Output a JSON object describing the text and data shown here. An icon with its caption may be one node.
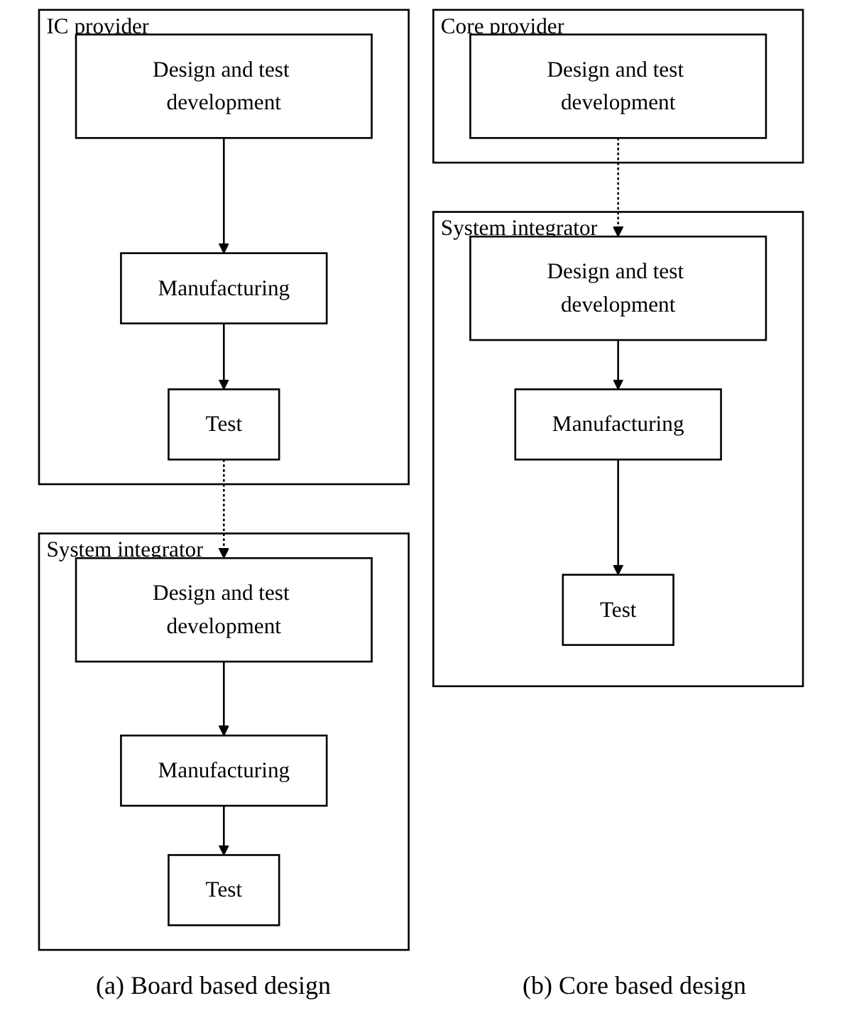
{
  "diagram": {
    "nodes": [
      {
        "text": [
          "IC provider"
        ]
      },
      {
        "text": [
          "Design and test development"
        ],
        "in": 0
      },
      {
        "text": [
          "Manufacturing"
        ],
        "in": 0
      },
      {
        "text": [
          "Test"
        ],
        "in": 0
      },
      {
        "text": [
          "System integrator"
        ]
      },
      {
        "text": [
          "Design and test development"
        ],
        "in": 4
      },
      {
        "text": [
          "Manufacturing"
        ],
        "in": 4
      },
      {
        "text": [
          "Test"
        ],
        "in": 4
      },
      {
        "text": [
          "Core provider"
        ]
      },
      {
        "text": [
          "Design and test development"
        ],
        "in": 8
      },
      {
        "text": [
          "System integrator"
        ]
      },
      {
        "text": [
          "Design and test development"
        ],
        "in": 10
      },
      {
        "text": [
          "Manufacturing"
        ],
        "in": 10
      },
      {
        "text": [
          "Test"
        ],
        "in": 10
      }
    ],
    "edges": [
      {
        "from": 1,
        "to": 2,
        "arrow": "to"
      },
      {
        "from": 2,
        "to": 3,
        "arrow": "to"
      },
      {
        "from": 3,
        "to": 5,
        "arrow": "to",
        "style": "dashed"
      },
      {
        "from": 5,
        "to": 6,
        "arrow": "to"
      },
      {
        "from": 6,
        "to": 7,
        "arrow": "to"
      },
      {
        "from": 9,
        "to": 11,
        "arrow": "to",
        "style": "dashed"
      },
      {
        "from": 11,
        "to": 12,
        "arrow": "to"
      },
      {
        "from": 12,
        "to": 13,
        "arrow": "to"
      }
    ],
    "labels": [
      "(a) Board based design",
      "(b) Core based design"
    ]
  }
}
